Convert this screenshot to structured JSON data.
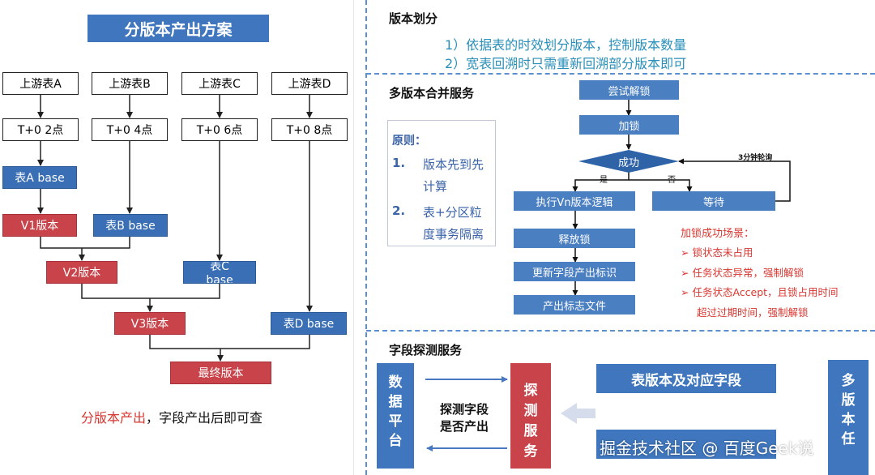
{
  "left": {
    "title": "分版本产出方案",
    "sources": [
      "上游表A",
      "上游表B",
      "上游表C",
      "上游表D"
    ],
    "times": [
      "T+0 2点",
      "T+0 4点",
      "T+0 6点",
      "T+0 8点"
    ],
    "tableA_base": "表A base",
    "tableB_base": "表B base",
    "tableC_base": "表C base",
    "tableD_base": "表D base",
    "v1": "V1版本",
    "v2": "V2版本",
    "v3": "V3版本",
    "final": "最终版本",
    "caption_red": "分版本产出",
    "caption_rest": "，字段产出后即可查"
  },
  "section1": {
    "title": "版本划分",
    "line1": "1）依据表的时效划分版本，控制版本数量",
    "line2": "2）宽表回溯时只需重新回溯部分版本即可"
  },
  "section2": {
    "title": "多版本合并服务",
    "principle_title": "原则：",
    "p1_num": "1.",
    "p1_line1": "版本先到先",
    "p1_line2": "计算",
    "p2_num": "2.",
    "p2_line1": "表+分区粒",
    "p2_line2": "度事务隔离",
    "flow": {
      "try_unlock": "尝试解锁",
      "lock": "加锁",
      "success": "成功",
      "yes": "是",
      "no": "否",
      "poll": "3分钟轮询",
      "exec": "执行Vn版本逻辑",
      "wait": "等待",
      "release": "释放锁",
      "update": "更新字段产出标识",
      "output": "产出标志文件"
    },
    "scenarios_title": "加锁成功场景：",
    "scenarios": [
      "锁状态未占用",
      "任务状态异常，强制解锁",
      "任务状态Accept，且锁占用时间",
      "超过过期时间，强制解锁"
    ]
  },
  "section3": {
    "title": "字段探测服务",
    "data_platform": "数据平台",
    "probe_question_1": "探测字段",
    "probe_question_2": "是否产出",
    "probe_service": "探测服务",
    "table_fields": "表版本及对应字段",
    "hidden_box": "",
    "multi_version": "多版本任",
    "watermark": "掘金技术社区 @ 百度Geek说"
  },
  "colors": {
    "blue_box": "#3a6fb5",
    "red_box": "#c9434a",
    "accent_red": "#d9362f",
    "teal_text": "#2a8fb8",
    "dashed": "#5b8fd0"
  }
}
